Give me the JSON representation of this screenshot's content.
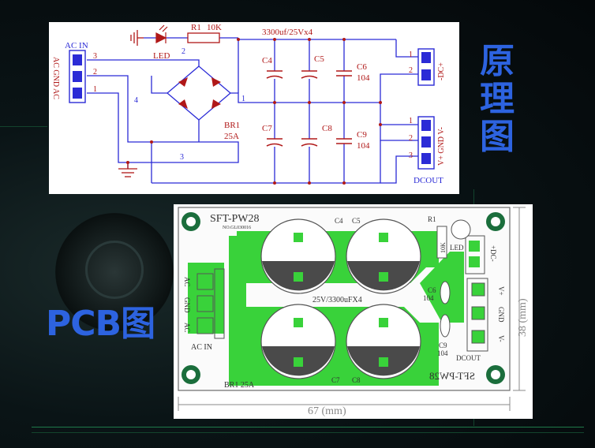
{
  "schematic": {
    "ac_in_label": "AC IN",
    "ac_pins_label": "AC GND AC",
    "pin_numbers": [
      "3",
      "2",
      "1"
    ],
    "dc_pins_top": [
      "1",
      "2"
    ],
    "dc_pins_bottom": [
      "1",
      "2",
      "3"
    ],
    "dc_label_top": "-DC+",
    "dc_label_bottom": "V+ GND V-",
    "dcout_label": "DCOUT",
    "r1_label": "R1",
    "r1_value": "10K",
    "led_label": "LED",
    "cap_spec": "3300uf/25Vx4",
    "c4": "C4",
    "c5": "C5",
    "c7": "C7",
    "c8": "C8",
    "c6": "C6",
    "c6_value": "104",
    "c9": "C9",
    "c9_value": "104",
    "br1_label": "BR1",
    "br1_value": "25A",
    "node_4": "4",
    "node_1": "1",
    "node_2": "2",
    "node_3": "3"
  },
  "pcb": {
    "board_name": "SFT-PW28",
    "board_name_mirrored": "SFT-PW28",
    "serial": "NO.GL030016",
    "cap_spec": "25V/3300uFX4",
    "c4": "C4",
    "c5": "C5",
    "c7": "C7",
    "c8": "C8",
    "c6": "C6",
    "c6_value": "104",
    "c9": "C9",
    "c9_value": "104",
    "r1": "R1",
    "led": "LED",
    "r_value": "10K",
    "ac_labels": [
      "AC",
      "GND",
      "AC"
    ],
    "ac_in": "AC IN",
    "br1": "BR1 25A",
    "out_labels": [
      "V+",
      "GND",
      "V-"
    ],
    "dc_label": "+DC-",
    "dcout": "DCOUT",
    "width_dim": "67 (mm)",
    "height_dim": "38 (mm)"
  },
  "side_label_schematic": [
    "原",
    "理",
    "图"
  ],
  "side_label_pcb": "PCB图",
  "colors": {
    "label_blue": "#2d63e0",
    "trace_blue": "#2b2bd6",
    "pcb_green": "#39d23a",
    "dark_green": "#1b6e3c",
    "schematic_red": "#b01818"
  }
}
